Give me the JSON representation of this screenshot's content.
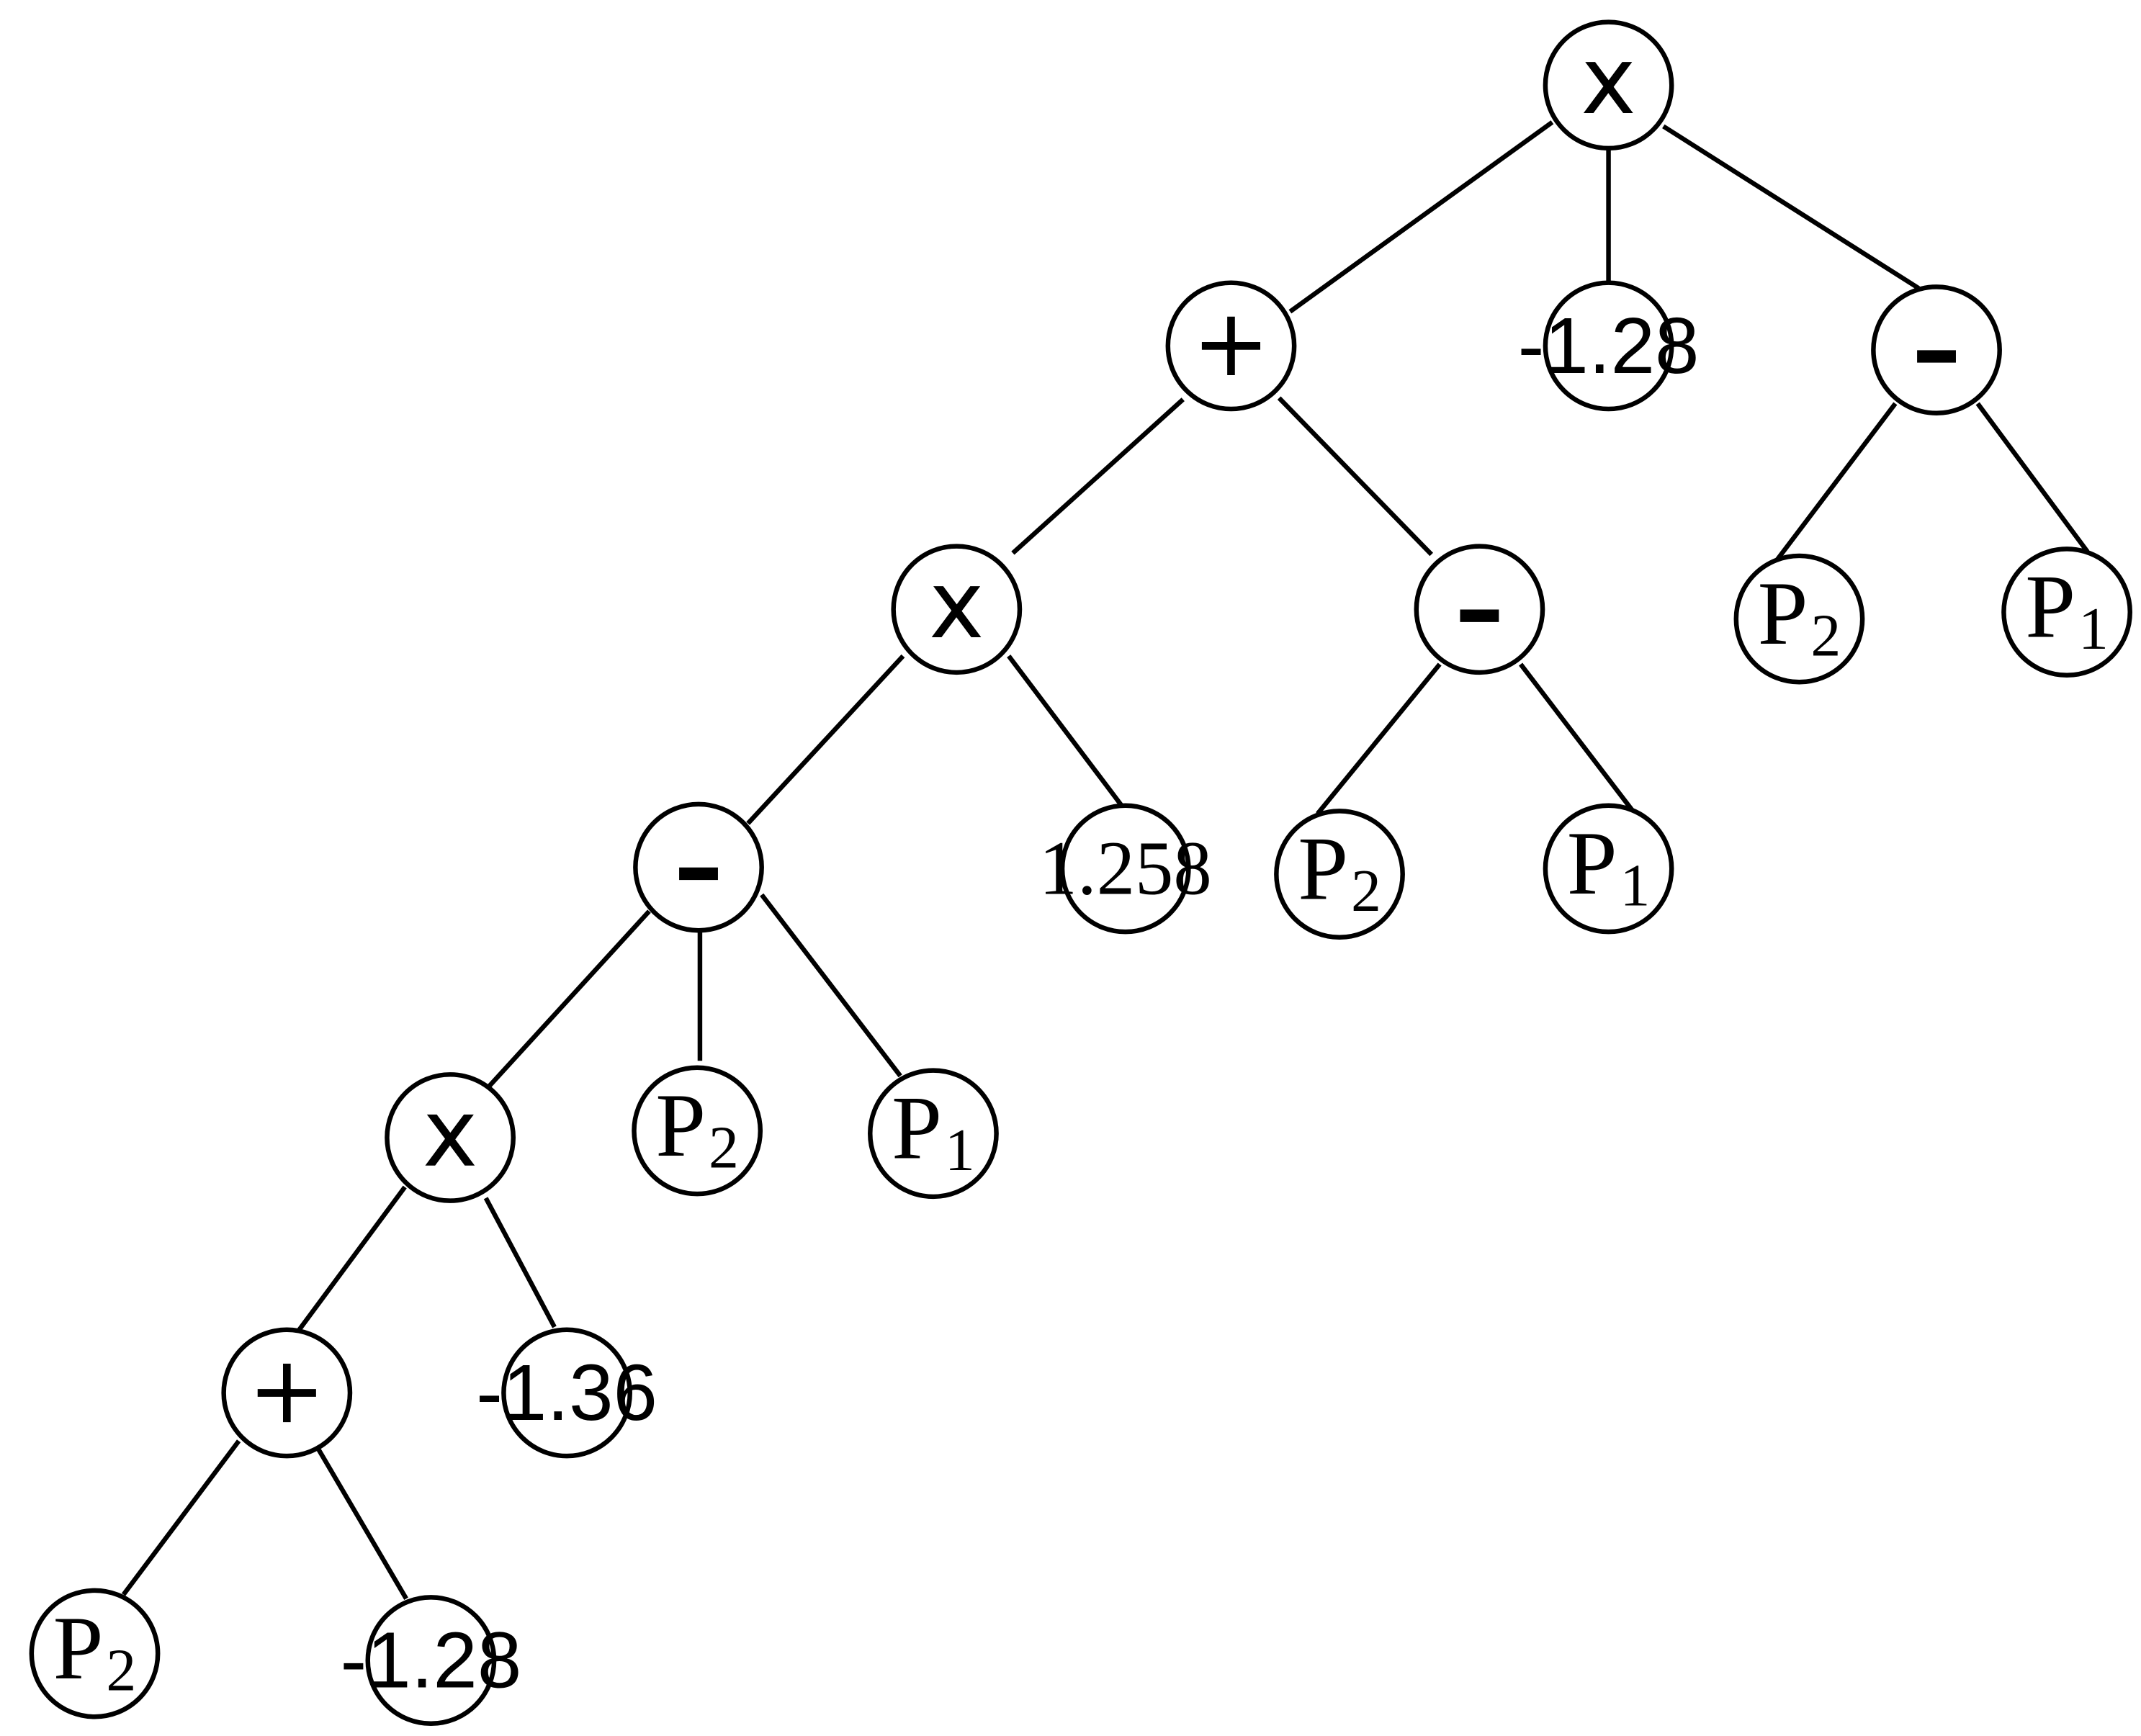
{
  "tree": {
    "nodes": [
      {
        "id": "n1",
        "label": "x",
        "kind": "op"
      },
      {
        "id": "n2",
        "label": "+",
        "kind": "op"
      },
      {
        "id": "n3",
        "label": "-1.28",
        "kind": "num-sans"
      },
      {
        "id": "n4",
        "label": "–",
        "kind": "op-minus"
      },
      {
        "id": "n5",
        "label": "x",
        "kind": "op"
      },
      {
        "id": "n6",
        "label": "–",
        "kind": "op-minus"
      },
      {
        "id": "n7",
        "label": "P",
        "sub": "2",
        "kind": "var"
      },
      {
        "id": "n8",
        "label": "P",
        "sub": "1",
        "kind": "var"
      },
      {
        "id": "n9",
        "label": "–",
        "kind": "op-minus"
      },
      {
        "id": "n10",
        "label": "1.258",
        "kind": "num-serif"
      },
      {
        "id": "n11",
        "label": "P",
        "sub": "2",
        "kind": "var"
      },
      {
        "id": "n12",
        "label": "P",
        "sub": "1",
        "kind": "var"
      },
      {
        "id": "n13",
        "label": "x",
        "kind": "op"
      },
      {
        "id": "n14",
        "label": "P",
        "sub": "2",
        "kind": "var"
      },
      {
        "id": "n15",
        "label": "P",
        "sub": "1",
        "kind": "var"
      },
      {
        "id": "n16",
        "label": "+",
        "kind": "op"
      },
      {
        "id": "n17",
        "label": "-1.36",
        "kind": "num-sans"
      },
      {
        "id": "n18",
        "label": "P",
        "sub": "2",
        "kind": "var"
      },
      {
        "id": "n19",
        "label": "-1.28",
        "kind": "num-sans"
      }
    ],
    "edges": [
      [
        "n1",
        "n2"
      ],
      [
        "n1",
        "n3"
      ],
      [
        "n1",
        "n4"
      ],
      [
        "n2",
        "n5"
      ],
      [
        "n2",
        "n6"
      ],
      [
        "n4",
        "n7"
      ],
      [
        "n4",
        "n8"
      ],
      [
        "n5",
        "n9"
      ],
      [
        "n5",
        "n10"
      ],
      [
        "n6",
        "n11"
      ],
      [
        "n6",
        "n12"
      ],
      [
        "n9",
        "n13"
      ],
      [
        "n9",
        "n14"
      ],
      [
        "n9",
        "n15"
      ],
      [
        "n13",
        "n16"
      ],
      [
        "n13",
        "n17"
      ],
      [
        "n16",
        "n18"
      ],
      [
        "n16",
        "n19"
      ]
    ]
  }
}
